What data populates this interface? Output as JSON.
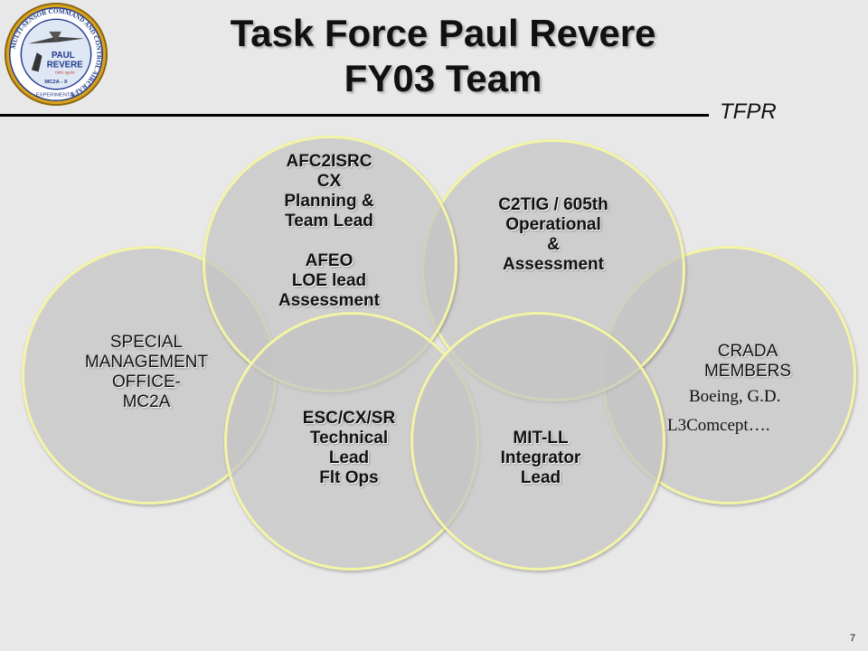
{
  "title_line1": "Task Force Paul Revere",
  "title_line2": "FY03 Team",
  "tag": "TFPR",
  "logo": {
    "ring_text": "MULTI-SENSOR COMMAND AND CONTROL AIRCRAFT",
    "name1": "PAUL",
    "name2": "REVERE",
    "motto": "rides again",
    "model": "MC2A - X",
    "bottom": "EXPERIMENTAL",
    "colors": {
      "ring": "#1f3a8a",
      "gold": "#d9a21b",
      "red": "#c0392b"
    }
  },
  "circles": {
    "special": "SPECIAL\nMANAGEMENT\nOFFICE-\nMC2A",
    "afc2isrc": "AFC2ISRC\nCX\nPlanning &\nTeam Lead\n\nAFEO\nLOE lead\nAssessment",
    "c2tig": "C2TIG / 605th\nOperational\n&\nAssessment",
    "crada": "CRADA\nMEMBERS",
    "crada_line1": "Boeing, G.D.",
    "crada_line2": "L3Comcept….",
    "esc": "ESC/CX/SR\nTechnical\nLead\nFlt Ops",
    "mitll": "MIT-LL\nIntegrator\nLead"
  },
  "page_number": "7"
}
